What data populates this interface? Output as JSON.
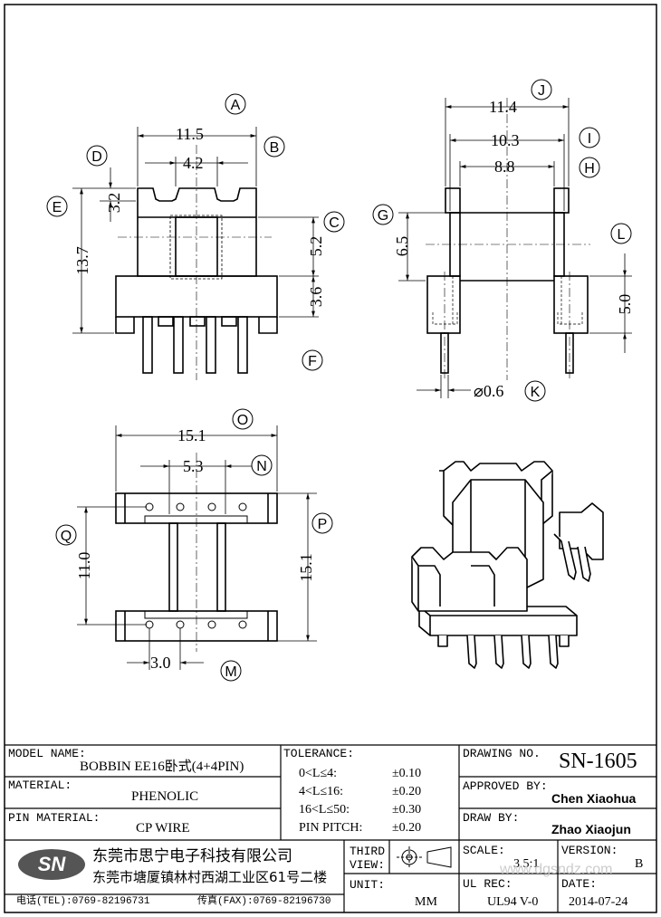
{
  "dims": {
    "A": "11.5",
    "B": "4.2",
    "C": "5.2",
    "D": "3.2",
    "E": "13.7",
    "F": "3.6",
    "J": "11.4",
    "I": "10.3",
    "H": "8.8",
    "G": "6.5",
    "L": "5.0",
    "K": "⌀0.6",
    "O": "15.1",
    "N": "5.3",
    "P": "15.1",
    "Q": "11.0",
    "M": "3.0"
  },
  "callouts": [
    "A",
    "B",
    "C",
    "D",
    "E",
    "F",
    "G",
    "H",
    "I",
    "J",
    "K",
    "L",
    "M",
    "N",
    "O",
    "P",
    "Q"
  ],
  "title_block": {
    "model_name_label": "MODEL NAME:",
    "model_name": "BOBBIN EE16卧式(4+4PIN)",
    "material_label": "MATERIAL:",
    "material": "PHENOLIC",
    "pin_material_label": "PIN MATERIAL:",
    "pin_material": "CP WIRE",
    "tolerance_label": "TOLERANCE:",
    "tolerances": [
      {
        "range": "0<L≤4:",
        "value": "±0.10"
      },
      {
        "range": "4<L≤16:",
        "value": "±0.20"
      },
      {
        "range": "16<L≤50:",
        "value": "±0.30"
      },
      {
        "range": "PIN PITCH:",
        "value": "±0.20"
      }
    ],
    "drawing_no_label": "DRAWING NO.",
    "drawing_no": "SN-1605",
    "approved_label": "APPROVED BY:",
    "approved_by": "Chen Xiaohua",
    "drawn_label": "DRAW BY:",
    "drawn_by": "Zhao Xiaojun",
    "company_logo": "SN",
    "company_name": "东莞市思宁电子科技有限公司",
    "company_address": "东莞市塘厦镇林村西湖工业区61号二楼",
    "phone": "电话(TEL):0769-82196731",
    "fax": "传真(FAX):0769-82196730",
    "third_view_label": "THIRD VIEW:",
    "unit_label": "UNIT:",
    "unit": "MM",
    "scale_label": "SCALE:",
    "scale": "3.5:1",
    "version_label": "VERSION:",
    "version": "B",
    "ul_rec_label": "UL REC:",
    "ul_rec": "UL94 V-0",
    "date_label": "DATE:",
    "date": "2014-07-24",
    "watermark": "www.dgsndz.com"
  }
}
